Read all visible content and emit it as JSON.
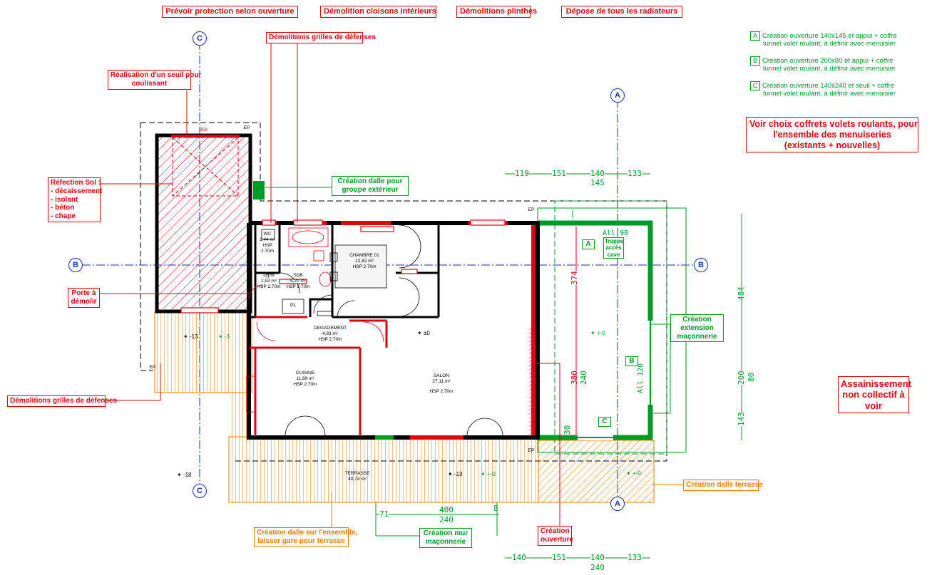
{
  "top_labels": {
    "protection": "Prévoir protection selon ouverture",
    "cloisons": "Démolition cloisons intérieurs",
    "plinthes": "Démolitions plinthes",
    "radiateurs": "Dépose de tous les radiateurs"
  },
  "annotations": {
    "grilles_top": "Démolitions grilles de défenses",
    "seuil_1": "Réalisation d'un seuil pour",
    "seuil_2": "coulissant",
    "refection_title": "Réfection Sol :",
    "refection_1": "- décaissement",
    "refection_2": "- isolant",
    "refection_3": "- béton",
    "refection_4": "- chape",
    "porte_1": "Porte à",
    "porte_2": "démolir",
    "grilles_left": "Démolitions grilles de défenses",
    "dalle_groupe_1": "Création dalle pour",
    "dalle_groupe_2": "groupe extérieur",
    "extension_1": "Création",
    "extension_2": "extension",
    "extension_3": "maçonnerie",
    "dalle_terrasse": "Création dalle terrasse",
    "dalle_ensemble_1": "Création dalle sur l'ensemble,",
    "dalle_ensemble_2": "laisser gare pour terrasse",
    "mur_1": "Création mur",
    "mur_2": "maçonnerie",
    "ouverture_1": "Création",
    "ouverture_2": "ouverture",
    "volets_1": "Voir choix coffrets volets roulants, pour",
    "volets_2": "l'ensemble des menuiseries",
    "volets_3": "(existants + nouvelles)",
    "assainissement_1": "Assainissement",
    "assainissement_2": "non collectif à",
    "assainissement_3": "voir",
    "trappe_1": "Trappe",
    "trappe_2": "accès",
    "trappe_3": "cave"
  },
  "legend": [
    {
      "key": "A",
      "line1": "Création ouverture 140x145 et appui + coffre",
      "line2": "tunnel volet roulant, à définir avec menuisier"
    },
    {
      "key": "B",
      "line1": "Création ouverture 200x80 et appui + coffre",
      "line2": "tunnel volet roulant, à définir avec menuisier"
    },
    {
      "key": "C",
      "line1": "Création ouverture 140x240 et seuil + coffre",
      "line2": "tunnel volet roulant, à définir avec menuisier"
    }
  ],
  "rooms": {
    "wc": {
      "name": "WC",
      "area": "1,44 m²",
      "hsp": "HSP 2.70m"
    },
    "dgmt": {
      "name": "Dgmt",
      "area": "1,53 m²",
      "hsp": "HSP 2.70m"
    },
    "sdb": {
      "name": "SDB",
      "area": "5,20 m²",
      "hsp": "HSP 2.70m"
    },
    "pl": {
      "name": "PL"
    },
    "chambre": {
      "name": "CHAMBRE 01",
      "area": "12,82 m²",
      "hsp": "HSP 2.70m"
    },
    "degagement": {
      "name": "DEGAGEMENT",
      "area": "4,83 m²",
      "hsp": "HSP 2.70m"
    },
    "cuisine": {
      "name": "CUISINE",
      "area": "11,89 m²",
      "hsp": "HSP 2.70m"
    },
    "salon": {
      "name": "SALON",
      "area": "27,11 m²",
      "hsp": "HSP 2.70m"
    },
    "terrasse": {
      "name": "TERRASSE",
      "area": "40,74 m²"
    }
  },
  "axes": {
    "a": "A",
    "b": "B",
    "c": "C"
  },
  "ep": "EP",
  "markers": {
    "a": "A",
    "b": "B",
    "c": "C"
  },
  "dimensions": {
    "top_119": "119",
    "top_151": "151",
    "top_140": "140",
    "top_133": "133",
    "top_145": "145",
    "bot_140": "140",
    "bot_151": "151",
    "bot_140b": "140",
    "bot_133": "133",
    "bot_240": "240",
    "mid_71": "71",
    "mid_400": "400",
    "mid_8": "8",
    "mid_240": "240",
    "r_484": "484",
    "r_200": "200",
    "r_80": "80",
    "r_143": "143",
    "v_374": "374",
    "v_380": "380",
    "v_240": "240",
    "v_30": "30",
    "all90": "All  90",
    "all120": "All  120",
    "d250": "250"
  },
  "levels": {
    "pm0_salon": "±0",
    "m13_left": "-13",
    "m3": "-3",
    "pm0_ext": "+-0",
    "m18": "-18",
    "m13_ter": "-13",
    "pm0_ter": "+-0",
    "pm0_dalle": "+-0"
  },
  "colors": {
    "red": "#e3000f",
    "green": "#009a27",
    "orange": "#f07d00",
    "blue": "#1a2fb0",
    "black": "#000000"
  }
}
